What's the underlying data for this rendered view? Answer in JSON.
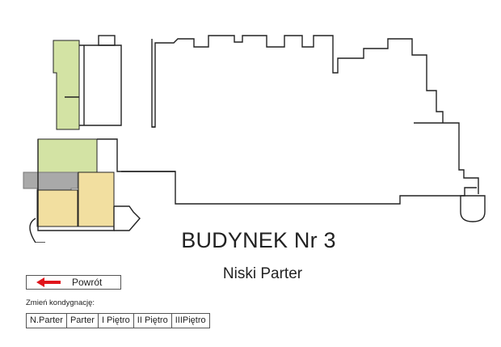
{
  "page": {
    "title": "BUDYNEK Nr 3",
    "subtitle": "Niski Parter"
  },
  "navigation": {
    "back_label": "Powrót",
    "floor_label": "Zmień kondygnację:",
    "floors": [
      "N.Parter",
      "Parter",
      "I Piętro",
      "II Piętro",
      "IIIPiętro"
    ]
  },
  "colors": {
    "room_green": "#d3e3a4",
    "room_yellow": "#f2dfa0",
    "corridor_gray": "#a9a9a9",
    "wall": "#222222",
    "back_arrow": "#e0141b"
  }
}
